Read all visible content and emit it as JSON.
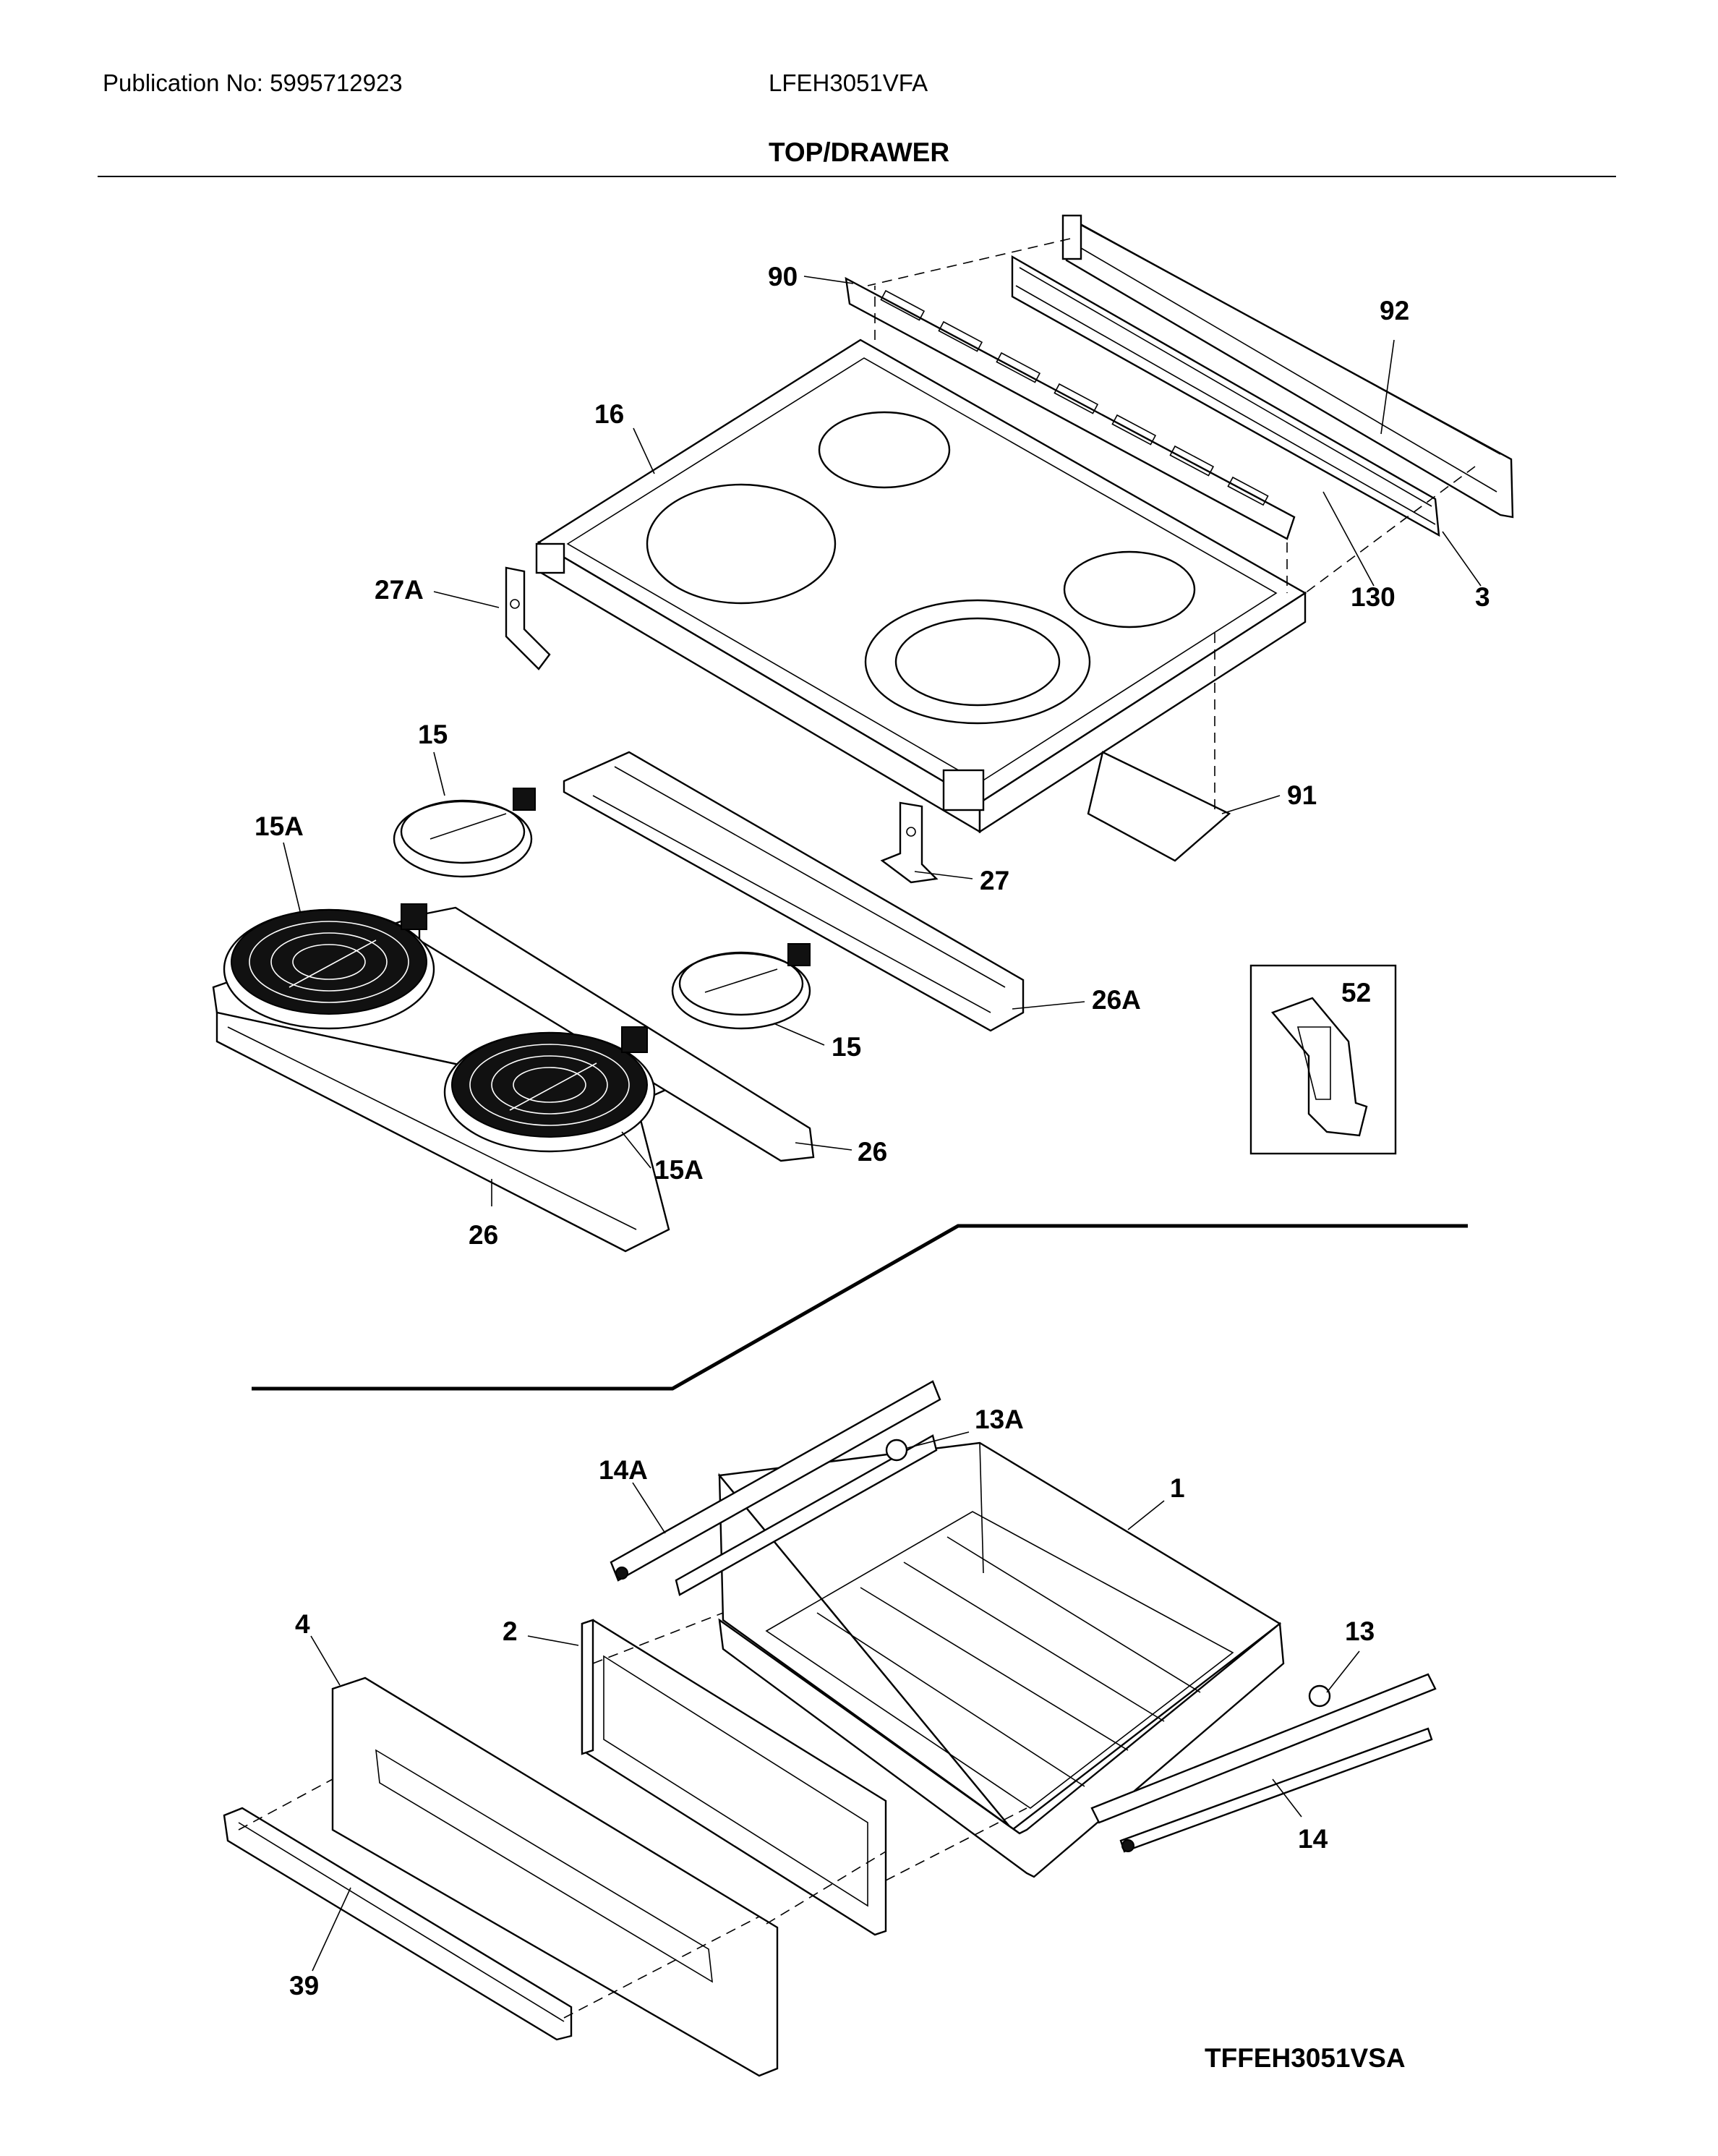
{
  "header": {
    "publication": "Publication No: 5995712923",
    "model": "LFEH3051VFA",
    "title": "TOP/DRAWER"
  },
  "footer": {
    "diagram_code": "TFFEH3051VSA"
  },
  "callouts": {
    "c90": "90",
    "c92": "92",
    "c16": "16",
    "c27A": "27A",
    "c130": "130",
    "c3": "3",
    "c15_top": "15",
    "c15A_left": "15A",
    "c91": "91",
    "c27": "27",
    "c26A": "26A",
    "c52": "52",
    "c15_mid": "15",
    "c26_right": "26",
    "c15A_front": "15A",
    "c26_bottom": "26",
    "c13A": "13A",
    "c14A": "14A",
    "c1": "1",
    "c4": "4",
    "c2": "2",
    "c13": "13",
    "c14": "14",
    "c39": "39"
  }
}
